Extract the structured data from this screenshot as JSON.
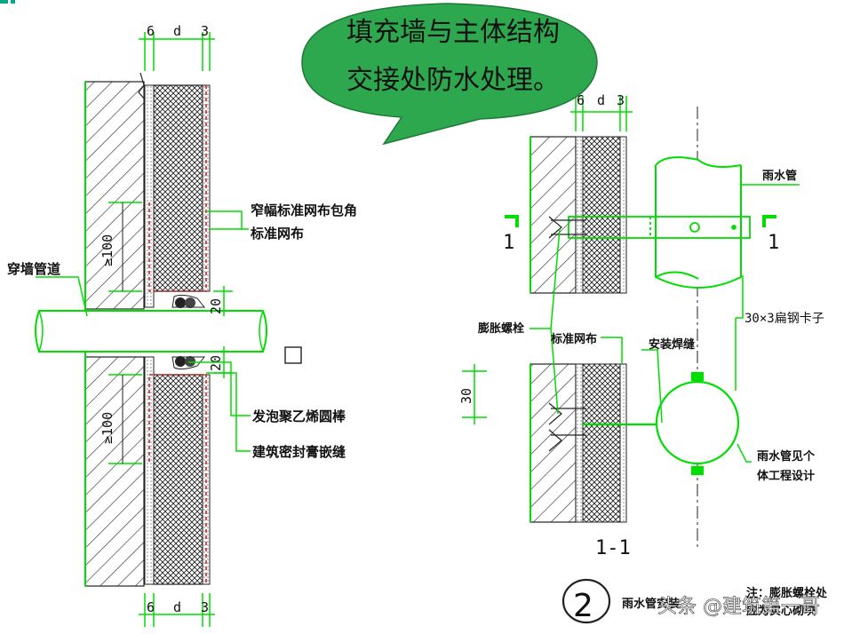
{
  "callout": {
    "line1": "填充墙与主体结构",
    "line2": "交接处防水处理。"
  },
  "left_detail": {
    "dim_top": [
      "6",
      "d",
      "3"
    ],
    "dim_bottom": [
      "6",
      "d",
      "3"
    ],
    "dim_ge100_upper": "≥100",
    "dim_ge100_lower": "≥100",
    "dim_20_upper": "20",
    "dim_20_lower": "20",
    "label_narrow_mesh": "窄幅标准网布包角",
    "label_mesh": "标准网布",
    "label_pipe": "穿墙管道",
    "label_foam": "发泡聚乙烯圆棒",
    "label_sealant": "建筑密封膏嵌缝"
  },
  "right_detail": {
    "dim_top": [
      "6",
      "d",
      "3"
    ],
    "dim_30": "30",
    "section_mark_left": "1",
    "section_mark_right": "1",
    "label_downpipe": "雨水管",
    "label_bolt": "膨胀螺栓",
    "label_mesh": "标准网布",
    "label_weld": "安装焊缝",
    "label_clamp": "30×3扁钢卡子",
    "label_design_1": "雨水管见个",
    "label_design_2": "体工程设计",
    "section_title": "1-1"
  },
  "footer": {
    "circle_number": "2",
    "caption": "雨水管安装",
    "note_1": "注：膨胀螺栓处",
    "note_2": "应为实心砌块",
    "watermark": "头条 @建筑第一哥"
  },
  "colors": {
    "cad_line": "#00dd00",
    "callout_fill": "#2ea84f",
    "callout_stroke": "#1d7a36",
    "mesh_red": "#cc2222",
    "corner_mark": "#00aa88"
  }
}
